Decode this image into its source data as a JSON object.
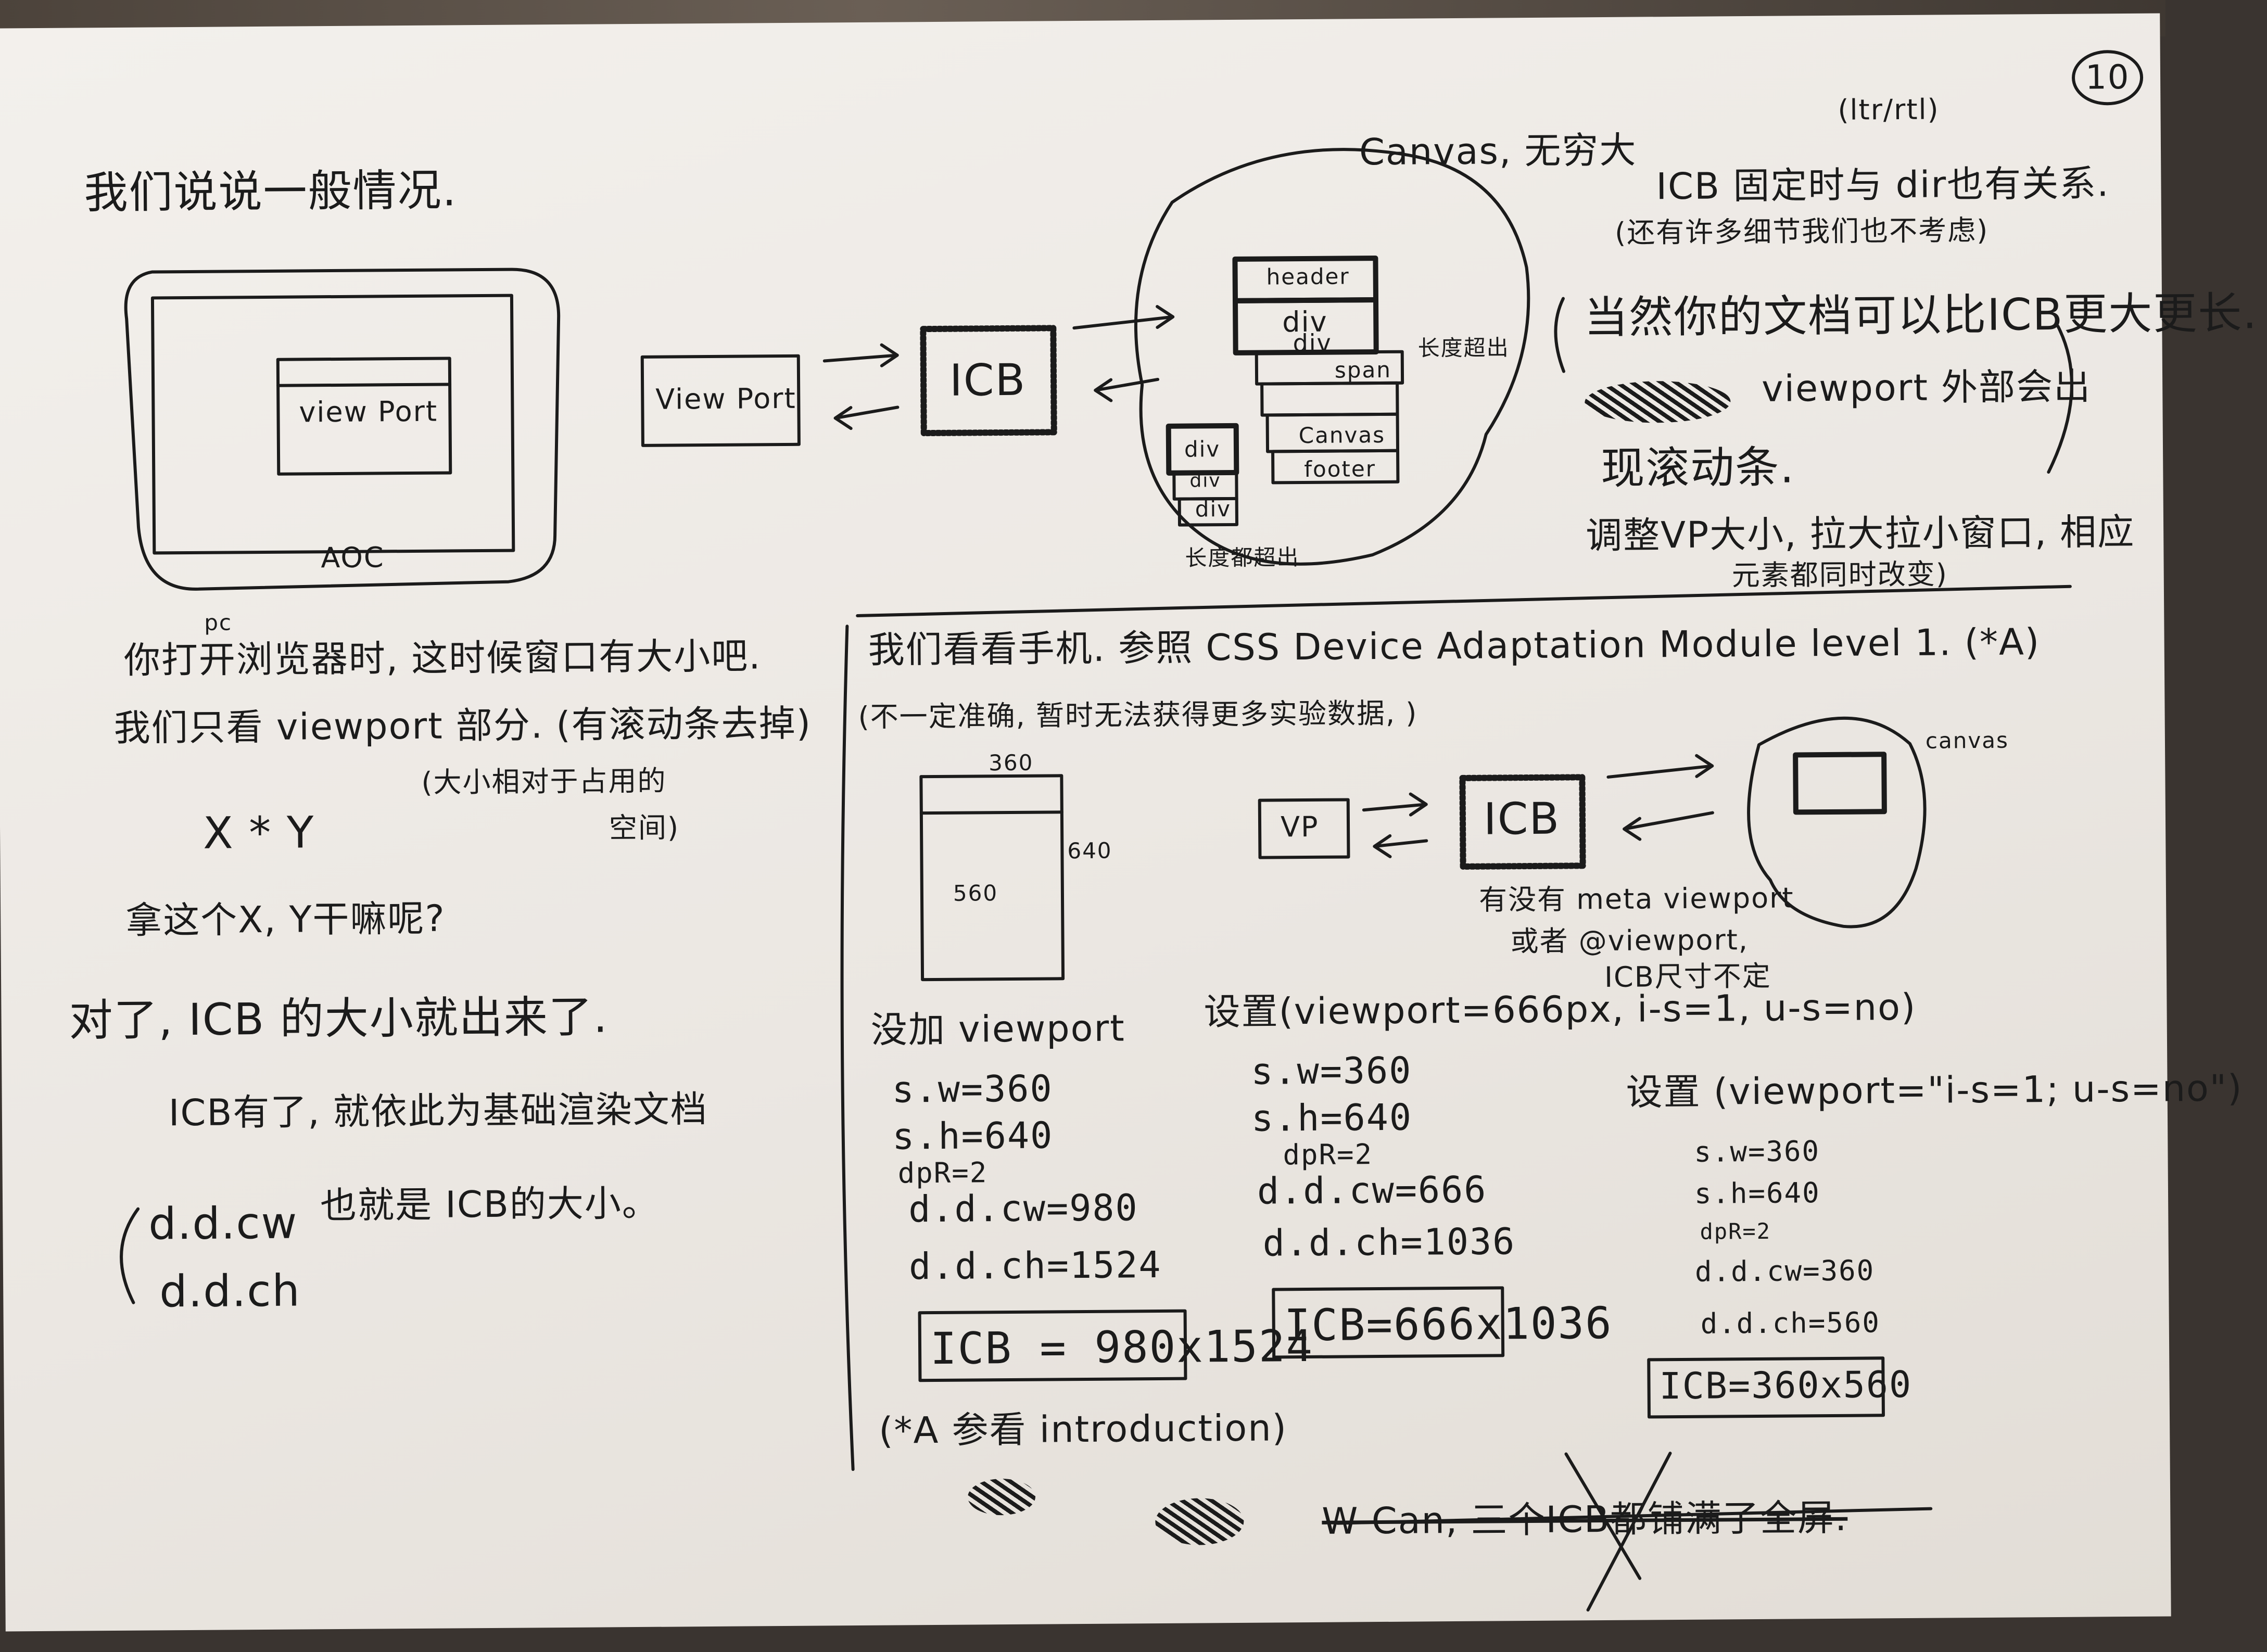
{
  "page_number": "10",
  "top_left": {
    "heading": "我们说说一般情况.",
    "viewport_label": "view Port",
    "monitor_label": "AOC",
    "line1": "你打开浏览器时, 这时候窗口有大小吧.",
    "line1_sup": "pc",
    "line2": "我们只看 viewport 部分. (有滚动条去掉)",
    "xy": "X * Y",
    "xy_note1": "(大小相对于占用的",
    "xy_note2": "空间)",
    "question": "拿这个X, Y干嘛呢?",
    "answer": "对了, ICB 的大小就出来了.",
    "render": "ICB有了, 就依此为基础渲染文档",
    "ddcw": "d.d.cw",
    "ddch": "d.d.ch",
    "icb_size": "也就是 ICB的大小。"
  },
  "top_diagram": {
    "viewport_box": "View Port",
    "icb_box": "ICB",
    "canvas_label": "Canvas, 无穷大",
    "stack_items": [
      "header",
      "div",
      "div",
      "span",
      "Canvas",
      "footer"
    ],
    "small_stack": [
      "div",
      "div",
      "div"
    ],
    "side_label": "长度超出",
    "bottom_label": "长度都超出"
  },
  "top_right": {
    "dir": "(ltr/rtl)",
    "note1": "ICB 固定时与 dir也有关系.",
    "note2": "(还有许多细节我们也不考虑)",
    "note3": "当然你的文档可以比ICB更大更长.",
    "note4": "viewport 外部会出",
    "note5": "现滚动条.",
    "note6": "调整VP大小, 拉大拉小窗口, 相应",
    "note7": "元素都同时改变)"
  },
  "mobile": {
    "heading": "我们看看手机. 参照 CSS Device Adaptation Module level 1. (*A)",
    "subheading": "(不一定准确, 暂时无法获得更多实验数据, )",
    "phone_w": "360",
    "phone_h": "640",
    "phone_inner": "560",
    "vp_box": "VP",
    "icb_box": "ICB",
    "canvas_label": "canvas",
    "meta_note1": "有没有 meta viewport",
    "meta_note2": "或者 @viewport,",
    "meta_note3": "ICB尺寸不定"
  },
  "columns": [
    {
      "title": "没加 viewport",
      "lines": [
        "s.w=360",
        "s.h=640",
        "dpR=2",
        "d.d.cw=980",
        "d.d.ch=1524"
      ],
      "result": "ICB = 980x1524"
    },
    {
      "title": "设置(viewport=666px, i-s=1, u-s=no)",
      "lines": [
        "s.w=360",
        "s.h=640",
        "dpR=2",
        "d.d.cw=666",
        "d.d.ch=1036"
      ],
      "result": "ICB=666x1036"
    },
    {
      "title": "设置 (viewport=\"i-s=1; u-s=no\")",
      "lines": [
        "s.w=360",
        "s.h=640",
        "dpR=2",
        "d.d.cw=360",
        "d.d.ch=560"
      ],
      "result": "ICB=360x560"
    }
  ],
  "footnote": "(*A 参看 introduction)",
  "crossed_out": "W Can, 三个ICB都铺满了全屏."
}
